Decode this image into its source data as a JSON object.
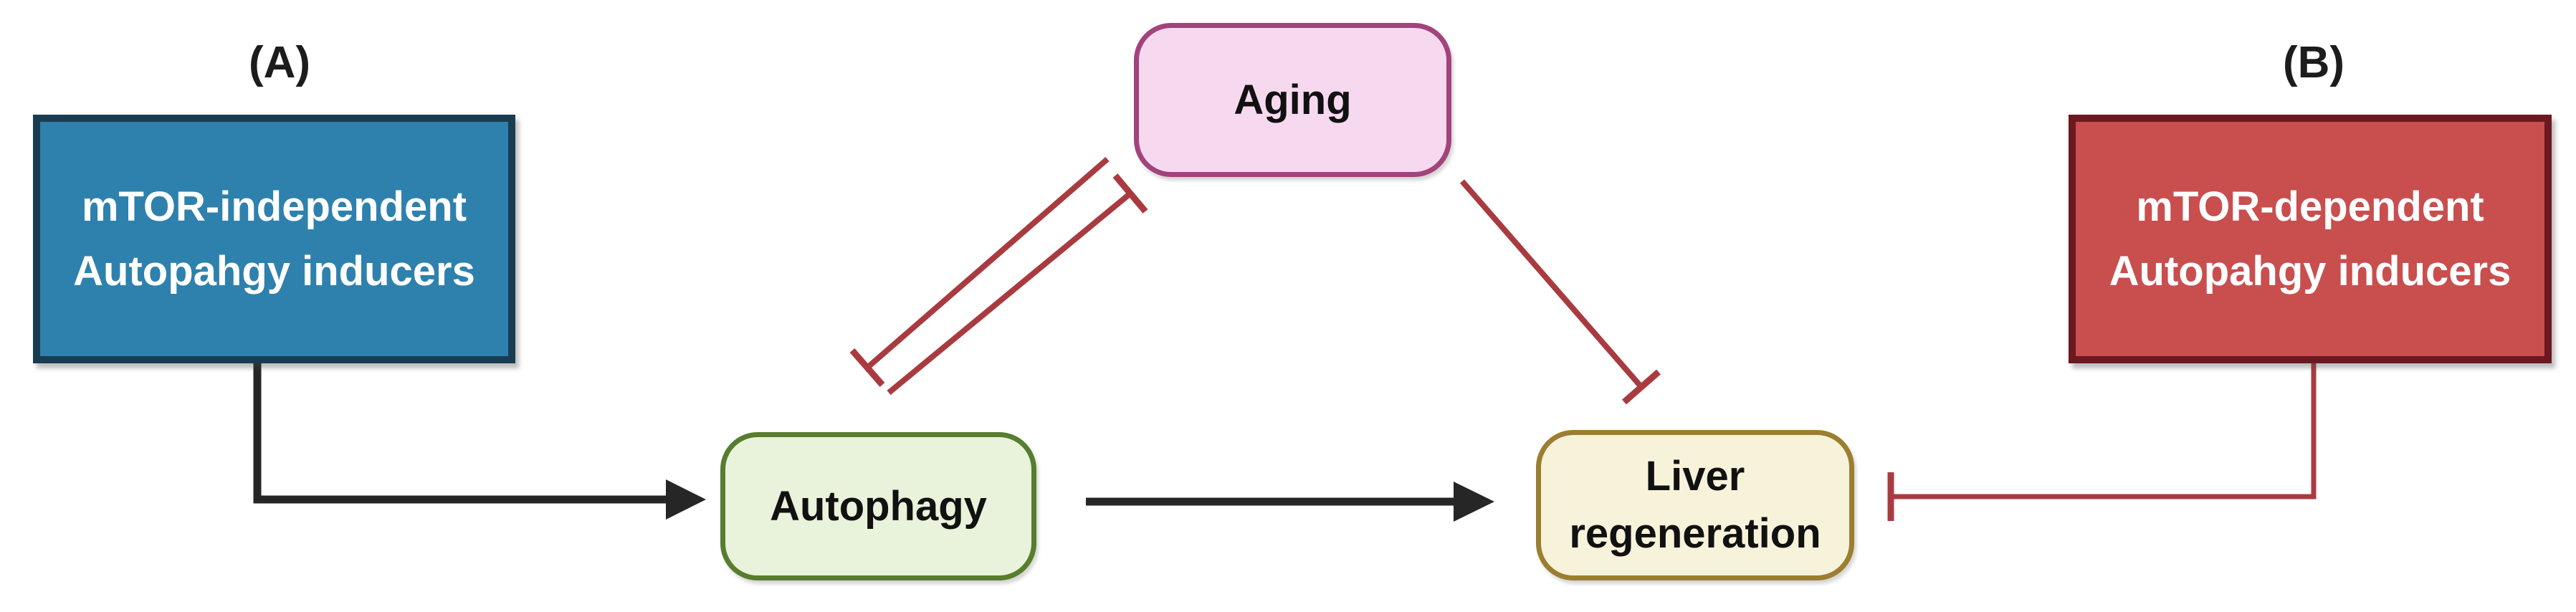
{
  "figure": {
    "background": "#ffffff",
    "panel_labels": {
      "a": "(A)",
      "b": "(B)"
    },
    "line_colors": {
      "activation": "#262626",
      "inhibition": "#a93b40"
    }
  },
  "nodes": {
    "mtor_independent": {
      "label": "mTOR-independent\nAutopahgy inducers",
      "shape": "rectangle",
      "fill": "#2e81ad",
      "border": "#1a3c50",
      "text_color": "#ffffff"
    },
    "mtor_dependent": {
      "label": "mTOR-dependent\nAutopahgy inducers",
      "shape": "rectangle",
      "fill": "#c94e4e",
      "border": "#6b1820",
      "text_color": "#ffffff"
    },
    "aging": {
      "label": "Aging",
      "shape": "rounded",
      "fill": "#f6d9ef",
      "border": "#a2437c",
      "text_color": "#111111"
    },
    "autophagy": {
      "label": "Autophagy",
      "shape": "rounded",
      "fill": "#e9f2da",
      "border": "#577d2f",
      "text_color": "#111111"
    },
    "liver_regeneration": {
      "label": "Liver\nregeneration",
      "shape": "rounded",
      "fill": "#f7f2da",
      "border": "#9c7e30",
      "text_color": "#111111"
    }
  },
  "edges": [
    {
      "from": "mTOR-independent Autopahgy inducers",
      "to": "Autophagy",
      "type": "activation",
      "color": "#262626"
    },
    {
      "from": "Autophagy",
      "to": "Liver regeneration",
      "type": "activation",
      "color": "#262626"
    },
    {
      "from": "Aging",
      "to": "Autophagy",
      "type": "inhibition",
      "color": "#a93b40"
    },
    {
      "from": "Autophagy",
      "to": "Aging",
      "type": "inhibition",
      "color": "#a93b40"
    },
    {
      "from": "Aging",
      "to": "Liver regeneration",
      "type": "inhibition",
      "color": "#a93b40"
    },
    {
      "from": "mTOR-dependent Autopahgy inducers",
      "to": "Liver regeneration",
      "type": "inhibition",
      "color": "#a93b40"
    }
  ]
}
